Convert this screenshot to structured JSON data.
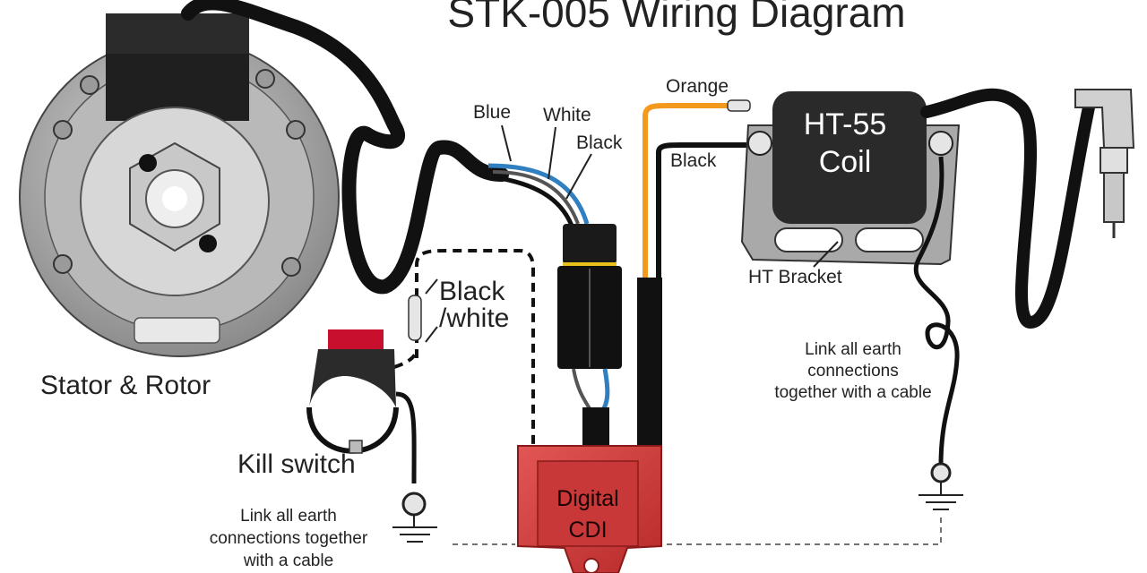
{
  "title": "STK-005 Wiring Diagram",
  "components": {
    "stator": "Stator & Rotor",
    "kill_switch": "Kill switch",
    "coil_line1": "HT-55",
    "coil_line2": "Coil",
    "cdi_line1": "Digital",
    "cdi_line2": "CDI",
    "ht_bracket": "HT Bracket"
  },
  "wires": {
    "blue": "Blue",
    "white": "White",
    "black_stator": "Black",
    "orange": "Orange",
    "black_coil": "Black",
    "black_white_line1": "Black",
    "black_white_line2": "/white"
  },
  "notes": {
    "earth_left": [
      "Link all earth",
      "connections together",
      "with a cable"
    ],
    "earth_right": [
      "Link all earth",
      "connections",
      "together with a cable"
    ]
  },
  "colors": {
    "wire_black": "#111111",
    "wire_blue": "#2f7fc1",
    "wire_orange": "#f39a1e",
    "cdi_red": "#d83a3a",
    "kill_red": "#c8102e",
    "stator_grey": "#9a9a9a",
    "coil_dark": "#2a2a2a"
  },
  "icons": [
    "ground-icon",
    "ring-terminal-icon",
    "spark-plug-icon",
    "connector-icon"
  ]
}
